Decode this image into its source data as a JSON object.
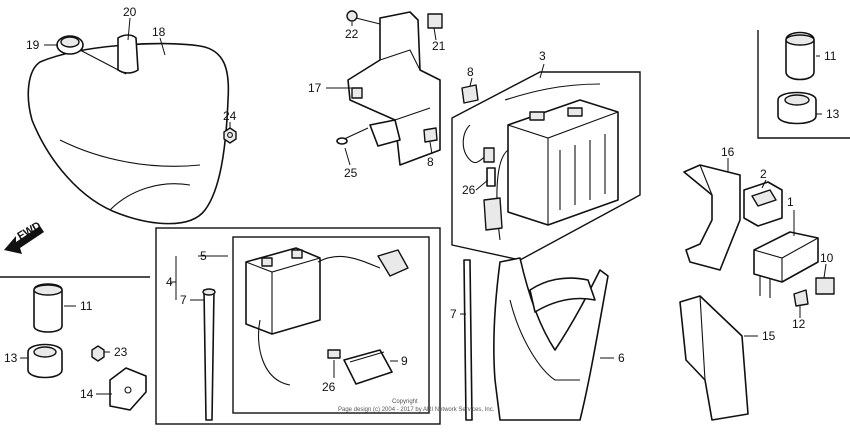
{
  "diagram": {
    "direction_label": "FWD",
    "copyright_lines": [
      "Copyright",
      "Page design (c) 2004 - 2017 by ARI Network Services, Inc."
    ],
    "callouts": [
      {
        "id": "c1",
        "label": "1"
      },
      {
        "id": "c2",
        "label": "2"
      },
      {
        "id": "c3",
        "label": "3"
      },
      {
        "id": "c4",
        "label": "4"
      },
      {
        "id": "c5",
        "label": "5"
      },
      {
        "id": "c6",
        "label": "6"
      },
      {
        "id": "c7a",
        "label": "7"
      },
      {
        "id": "c7b",
        "label": "7"
      },
      {
        "id": "c8a",
        "label": "8"
      },
      {
        "id": "c8b",
        "label": "8"
      },
      {
        "id": "c9",
        "label": "9"
      },
      {
        "id": "c10",
        "label": "10"
      },
      {
        "id": "c11a",
        "label": "11"
      },
      {
        "id": "c11b",
        "label": "11"
      },
      {
        "id": "c12",
        "label": "12"
      },
      {
        "id": "c13a",
        "label": "13"
      },
      {
        "id": "c13b",
        "label": "13"
      },
      {
        "id": "c14",
        "label": "14"
      },
      {
        "id": "c15",
        "label": "15"
      },
      {
        "id": "c16",
        "label": "16"
      },
      {
        "id": "c17",
        "label": "17"
      },
      {
        "id": "c18",
        "label": "18"
      },
      {
        "id": "c19",
        "label": "19"
      },
      {
        "id": "c20",
        "label": "20"
      },
      {
        "id": "c21",
        "label": "21"
      },
      {
        "id": "c22",
        "label": "22"
      },
      {
        "id": "c23",
        "label": "23"
      },
      {
        "id": "c24",
        "label": "24"
      },
      {
        "id": "c25",
        "label": "25"
      },
      {
        "id": "c26a",
        "label": "26"
      },
      {
        "id": "c26b",
        "label": "26"
      }
    ]
  }
}
